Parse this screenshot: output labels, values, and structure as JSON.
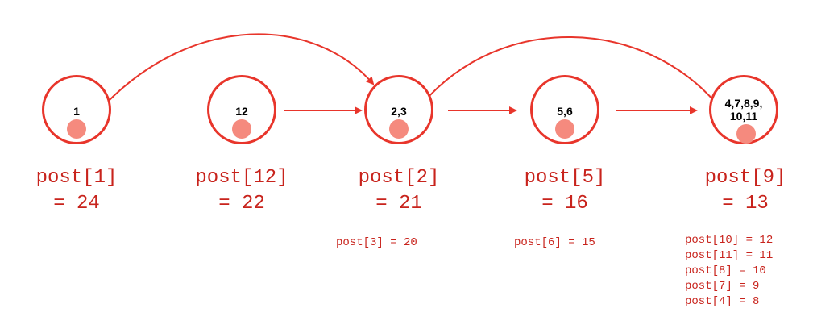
{
  "colors": {
    "accent": "#e8352b",
    "dot": "#f58a7e",
    "text": "#c8231c"
  },
  "nodes": [
    {
      "label": "1",
      "post_name": "post[1]",
      "post_value": "= 24",
      "extras": []
    },
    {
      "label": "12",
      "post_name": "post[12]",
      "post_value": "= 22",
      "extras": []
    },
    {
      "label": "2,3",
      "post_name": "post[2]",
      "post_value": "= 21",
      "extras": [
        "post[3] = 20"
      ]
    },
    {
      "label": "5,6",
      "post_name": "post[5]",
      "post_value": "= 16",
      "extras": [
        "post[6] = 15"
      ]
    },
    {
      "label": "4,7,8,9,\n10,11",
      "post_name": "post[9]",
      "post_value": "= 13",
      "extras": [
        "post[10] = 12",
        "post[11] = 11",
        "post[8] = 10",
        "post[7] = 9",
        "post[4] = 8"
      ]
    }
  ]
}
